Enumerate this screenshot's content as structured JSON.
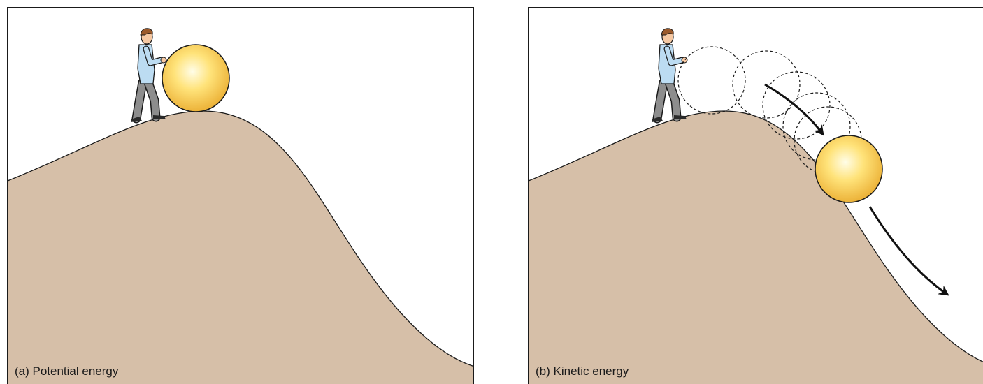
{
  "panels": [
    {
      "id": "a",
      "caption": "(a) Potential energy"
    },
    {
      "id": "b",
      "caption": "(b) Kinetic energy"
    }
  ],
  "colors": {
    "hill": "#d6bfa8",
    "ball_center": "#fffde8",
    "ball_mid": "#ffe37a",
    "ball_edge": "#ecb238",
    "shirt": "#bcdcf2",
    "pants": "#8d8d8d",
    "hair": "#9b5a2b",
    "skin": "#f6c8a2",
    "outline": "#1a1a1a"
  },
  "icons": [
    "man-pushing-figure",
    "ball-icon",
    "motion-arrow-icon"
  ]
}
